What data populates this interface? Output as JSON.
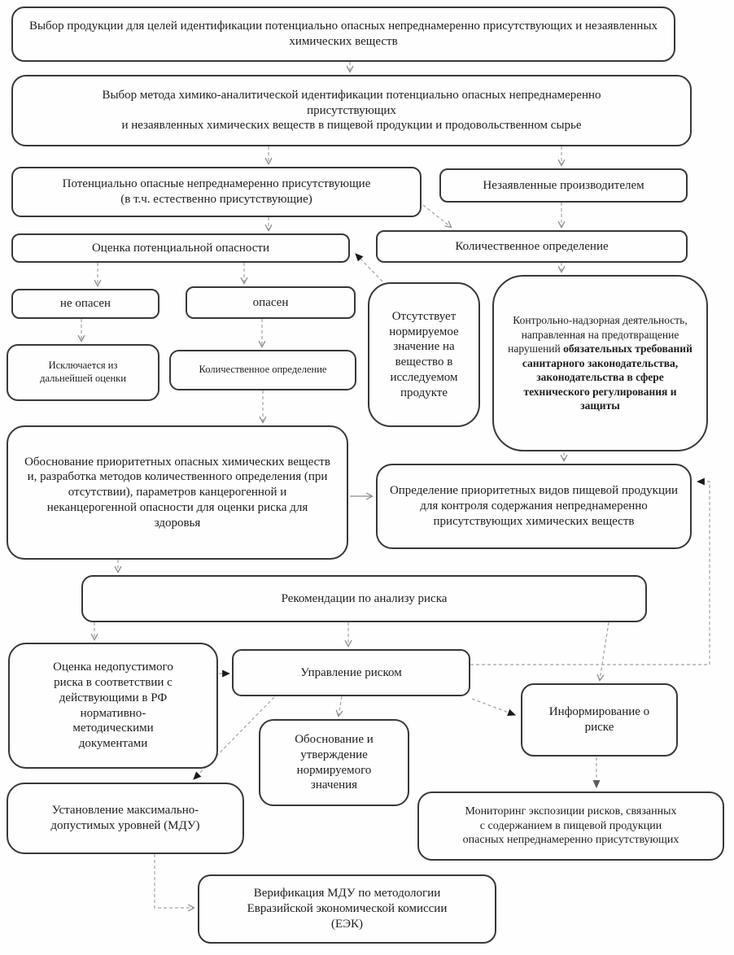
{
  "colors": {
    "box_border": "#383838",
    "arrow_gray": "#a3a3a3",
    "arrow_accent": "#111111",
    "background": "#fefefe"
  },
  "nodes": {
    "A": {
      "text": "Выбор продукции для целей идентификации потенциально опасных непреднамеренно присутствующих и незаявленных химических веществ"
    },
    "B": {
      "text": "Выбор метода химико-аналитической идентификации потенциально опасных непреднамеренно\nприсутствующих\nи незаявленных химических веществ в пищевой продукции и продовольственном сырье"
    },
    "C": {
      "text": "Потенциально опасные непреднамеренно присутствующие\n(в т.ч. естественно присутствующие)"
    },
    "D": {
      "text": "Незаявленные производителем"
    },
    "E": {
      "text": "Оценка потенциальной опасности"
    },
    "F": {
      "text": "Количественное определение"
    },
    "G": {
      "text": "не опасен"
    },
    "H": {
      "text": "опасен"
    },
    "I": {
      "text": "Исключается из\nдальнейшей оценки"
    },
    "J": {
      "text": "Количественное определение"
    },
    "K": {
      "text": "Отсутствует\nнормируемое\nзначение на\nвещество в\nисследуемом\nпродукте"
    },
    "L": {
      "text_normal": "Контрольно-надзорная деятельность, направленная на предотвращение нарушений",
      "text_bold": "обязательных требований санитарного законодательства, законодательства в сфере технического регулирования и защиты"
    },
    "M": {
      "text": "Обоснование приоритетных опасных химических веществ и, разработка методов количественного определения (при отсутствии), параметров канцерогенной и неканцерогенной опасности для оценки риска для здоровья"
    },
    "N": {
      "text": "Определение приоритетных видов пищевой продукции для контроля содержания непреднамеренно присутствующих химических веществ"
    },
    "O": {
      "text": "Рекомендации по анализу риска"
    },
    "P": {
      "text": "Оценка недопустимого\nриска в соответствии с\nдействующими в РФ\nнормативно-\nметодическими\nдокументами"
    },
    "Q": {
      "text": "Управление риском"
    },
    "R": {
      "text": "Обоснование и\nутверждение\nнормируемого\nзначения"
    },
    "S": {
      "text": "Информирование о\nриске"
    },
    "T": {
      "text": "Установление максимально-\nдопустимых уровней (МДУ)"
    },
    "U": {
      "text": "Мониторинг экспозиции рисков, связанных\nс содержанием в пищевой продукции\nопасных непреднамеренно присутствующих"
    },
    "V": {
      "text": "Верификация МДУ по методологии\nЕвразийской экономической комиссии\n(ЕЭК)"
    }
  },
  "edges": [
    {
      "from": "A",
      "to": "B",
      "style": "dashed",
      "arrow": "open"
    },
    {
      "from": "B",
      "to": "C",
      "style": "dashed",
      "arrow": "open"
    },
    {
      "from": "B",
      "to": "D",
      "style": "dashed",
      "arrow": "open"
    },
    {
      "from": "C",
      "to": "E",
      "style": "dashed",
      "arrow": "open"
    },
    {
      "from": "C",
      "to": "F",
      "style": "dashed",
      "arrow": "open"
    },
    {
      "from": "D",
      "to": "F",
      "style": "dashed",
      "arrow": "open"
    },
    {
      "from": "E",
      "to": "G",
      "style": "dashed",
      "arrow": "open"
    },
    {
      "from": "E",
      "to": "H",
      "style": "dashed",
      "arrow": "open"
    },
    {
      "from": "G",
      "to": "I",
      "style": "dashed",
      "arrow": "open"
    },
    {
      "from": "H",
      "to": "J",
      "style": "dashed",
      "arrow": "open"
    },
    {
      "from": "J",
      "to": "M",
      "style": "dashed",
      "arrow": "open"
    },
    {
      "from": "F",
      "to": "L",
      "style": "dashed",
      "arrow": "open"
    },
    {
      "from": "K",
      "to": "E",
      "style": "dashed",
      "arrow": "filled"
    },
    {
      "from": "M",
      "to": "N",
      "style": "solid",
      "arrow": "open"
    },
    {
      "from": "L",
      "to": "N",
      "style": "dashed",
      "arrow": "open"
    },
    {
      "from": "M",
      "to": "O",
      "style": "dashed",
      "arrow": "open"
    },
    {
      "from": "O",
      "to": "P",
      "style": "dashed",
      "arrow": "open"
    },
    {
      "from": "O",
      "to": "Q",
      "style": "dashed",
      "arrow": "open"
    },
    {
      "from": "O",
      "to": "S",
      "style": "dashed",
      "arrow": "open"
    },
    {
      "from": "P",
      "to": "Q",
      "style": "dashed",
      "arrow": "filled"
    },
    {
      "from": "Q",
      "to": "R",
      "style": "dashed",
      "arrow": "open"
    },
    {
      "from": "Q",
      "to": "S",
      "style": "dashed",
      "arrow": "filled"
    },
    {
      "from": "Q",
      "to": "T",
      "style": "dashed",
      "arrow": "filled"
    },
    {
      "from": "Q",
      "to": "N",
      "style": "dashed",
      "arrow": "filled"
    },
    {
      "from": "S",
      "to": "U",
      "style": "dashed",
      "arrow": "filled"
    },
    {
      "from": "T",
      "to": "V",
      "style": "dashed",
      "arrow": "open"
    }
  ]
}
